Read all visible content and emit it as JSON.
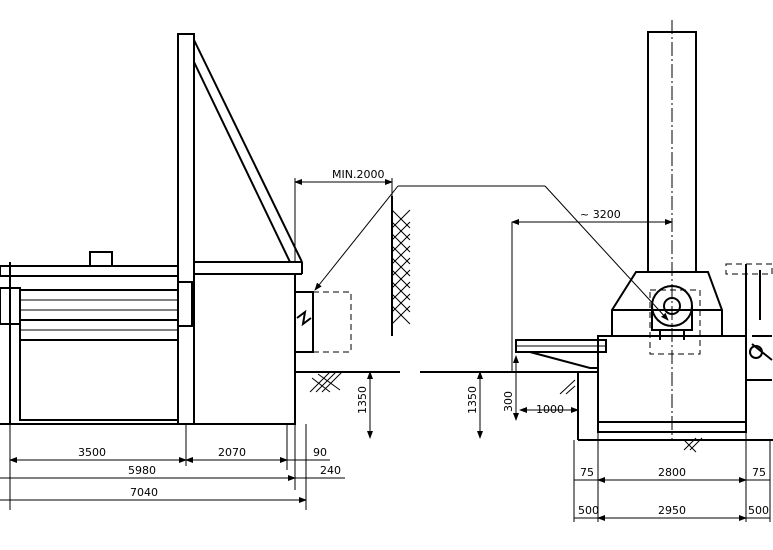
{
  "drawing": {
    "side_view": {
      "labels": {
        "min_clearance": "MIN.2000",
        "height_1350": "1350",
        "width_3500": "3500",
        "width_2070": "2070",
        "gap_90": "90",
        "total_5980": "5980",
        "offset_240": "240",
        "total_7040": "7040"
      }
    },
    "front_view": {
      "labels": {
        "reach_3200": "~ 3200",
        "height_1350": "1350",
        "height_300": "300",
        "width_1000": "1000",
        "side_75_left": "75",
        "width_2800": "2800",
        "side_75_right": "75",
        "margin_500_left": "500",
        "width_2950": "2950",
        "margin_500_right": "500"
      }
    }
  }
}
